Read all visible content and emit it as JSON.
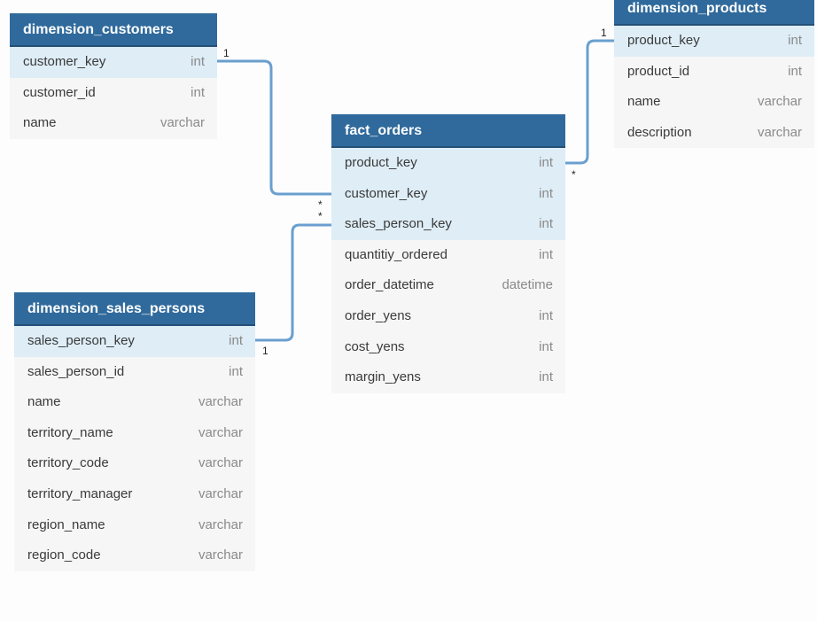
{
  "colors": {
    "header_bg": "#306a9c",
    "header_text": "#ffffff",
    "key_row_bg": "#deedf6",
    "row_bg": "#f6f6f7",
    "link": "#6a9fcf"
  },
  "entities": {
    "dimension_customers": {
      "title": "dimension_customers",
      "columns": [
        {
          "name": "customer_key",
          "type": "int",
          "key": true
        },
        {
          "name": "customer_id",
          "type": "int",
          "key": false
        },
        {
          "name": "name",
          "type": "varchar",
          "key": false
        }
      ]
    },
    "fact_orders": {
      "title": "fact_orders",
      "columns": [
        {
          "name": "product_key",
          "type": "int",
          "key": true
        },
        {
          "name": "customer_key",
          "type": "int",
          "key": true
        },
        {
          "name": "sales_person_key",
          "type": "int",
          "key": true
        },
        {
          "name": "quantitiy_ordered",
          "type": "int",
          "key": false
        },
        {
          "name": "order_datetime",
          "type": "datetime",
          "key": false
        },
        {
          "name": "order_yens",
          "type": "int",
          "key": false
        },
        {
          "name": "cost_yens",
          "type": "int",
          "key": false
        },
        {
          "name": "margin_yens",
          "type": "int",
          "key": false
        }
      ]
    },
    "dimension_products": {
      "title": "dimension_products",
      "columns": [
        {
          "name": "product_key",
          "type": "int",
          "key": true
        },
        {
          "name": "product_id",
          "type": "int",
          "key": false
        },
        {
          "name": "name",
          "type": "varchar",
          "key": false
        },
        {
          "name": "description",
          "type": "varchar",
          "key": false
        }
      ]
    },
    "dimension_sales_persons": {
      "title": "dimension_sales_persons",
      "columns": [
        {
          "name": "sales_person_key",
          "type": "int",
          "key": true
        },
        {
          "name": "sales_person_id",
          "type": "int",
          "key": false
        },
        {
          "name": "name",
          "type": "varchar",
          "key": false
        },
        {
          "name": "territory_name",
          "type": "varchar",
          "key": false
        },
        {
          "name": "territory_code",
          "type": "varchar",
          "key": false
        },
        {
          "name": "territory_manager",
          "type": "varchar",
          "key": false
        },
        {
          "name": "region_name",
          "type": "varchar",
          "key": false
        },
        {
          "name": "region_code",
          "type": "varchar",
          "key": false
        }
      ]
    }
  },
  "relationships": [
    {
      "from": "dimension_customers.customer_key",
      "to": "fact_orders.customer_key",
      "from_card": "1",
      "to_card": "*"
    },
    {
      "from": "dimension_sales_persons.sales_person_key",
      "to": "fact_orders.sales_person_key",
      "from_card": "1",
      "to_card": "*"
    },
    {
      "from": "dimension_products.product_key",
      "to": "fact_orders.product_key",
      "from_card": "1",
      "to_card": "*"
    }
  ]
}
